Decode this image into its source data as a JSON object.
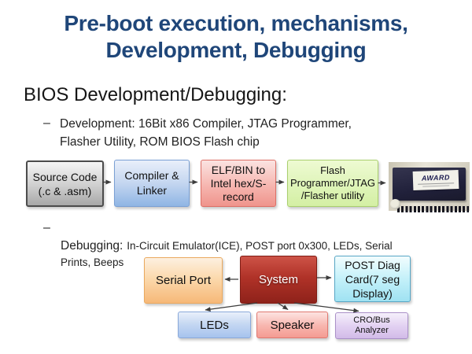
{
  "slide": {
    "title": "Pre-boot execution, mechanisms,\nDevelopment, Debugging",
    "heading": "BIOS Development/Debugging:",
    "bullets": {
      "development": {
        "dash": "–",
        "text": "Development: 16Bit x86 Compiler, JTAG Programmer,\nFlasher Utility, ROM BIOS Flash chip"
      },
      "debugging": {
        "dash": "–",
        "lead": "Debugging:",
        "rest": "In-Circuit Emulator(ICE), POST port 0x300, LEDs, Serial\nPrints, Beeps"
      }
    }
  },
  "dev_flow": {
    "boxes": [
      {
        "id": "source-code",
        "label": "Source Code\n(.c & .asm)"
      },
      {
        "id": "compiler-linker",
        "label": "Compiler &\nLinker"
      },
      {
        "id": "elf-bin-convert",
        "label": "ELF/BIN to\nIntel hex/S-\nrecord"
      },
      {
        "id": "flash-programmer",
        "label": "Flash\nProgrammer/JTAG\n/Flasher utility"
      }
    ],
    "chip": {
      "brand": "AWARD"
    }
  },
  "debug_diagram": {
    "system": "System",
    "serial_port": "Serial Port",
    "post_diag": "POST Diag\nCard(7 seg\nDisplay)",
    "leds": "LEDs",
    "speaker": "Speaker",
    "cro": "CRO/Bus\nAnalyzer"
  },
  "colors": {
    "title_blue": "#1f4679",
    "source_gray": "#a8a8a8",
    "compiler_blue": "#8fb5e4",
    "elf_pink": "#ef948c",
    "flash_green": "#d4efa4",
    "serial_peach": "#f6b878",
    "system_red": "#a62b21",
    "post_cyan": "#9fe2f2",
    "leds_blue": "#a6c3ee",
    "speaker_salmon": "#f49b92",
    "cro_lavender": "#d2bbe8"
  }
}
